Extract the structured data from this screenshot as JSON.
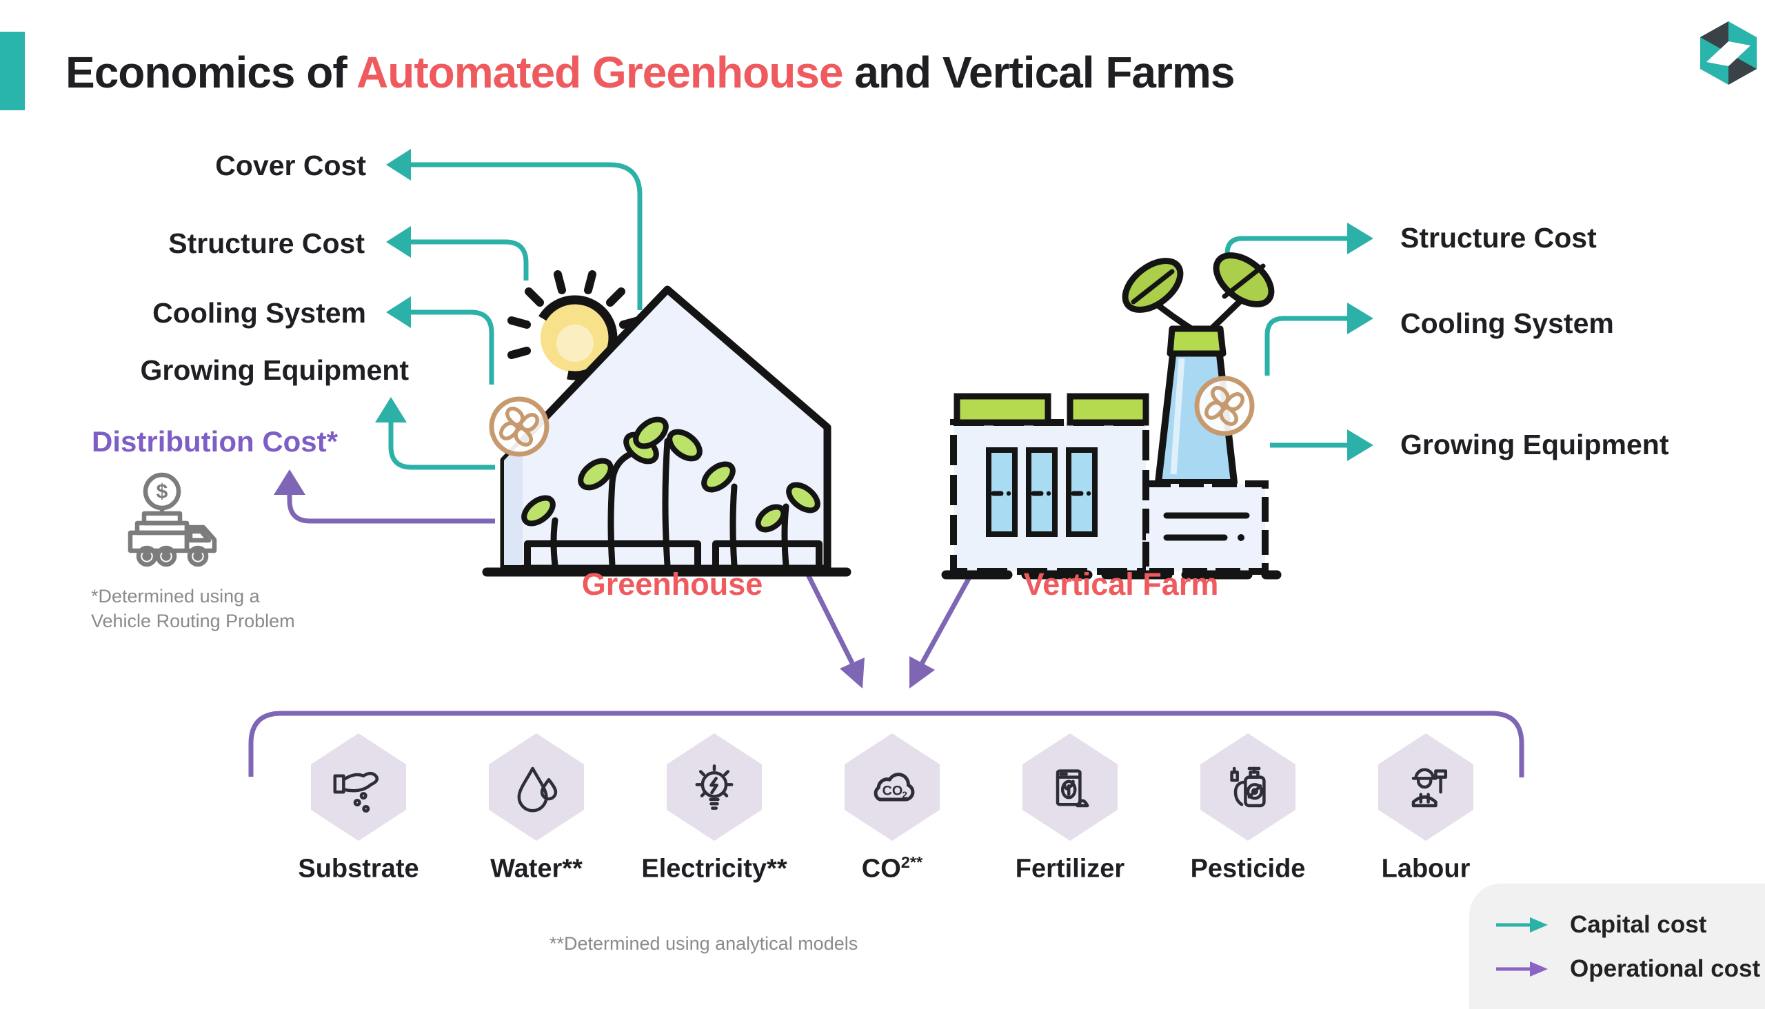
{
  "title": {
    "prefix": "Economics of ",
    "highlight": "Automated Greenhouse",
    "suffix": " and Vertical Farms"
  },
  "greenhouse": {
    "label": "Greenhouse",
    "capital_costs": [
      "Cover Cost",
      "Structure Cost",
      "Cooling System",
      "Growing Equipment"
    ],
    "operational_costs": [
      "Distribution Cost*"
    ]
  },
  "vertical_farm": {
    "label": "Vertical Farm",
    "capital_costs": [
      "Structure Cost",
      "Cooling System",
      "Growing Equipment"
    ]
  },
  "footnotes": {
    "vehicle_routing": "*Determined using a Vehicle Routing Problem",
    "analytical": "**Determined using analytical models"
  },
  "inputs": {
    "items": [
      {
        "label": "Substrate",
        "sup": "",
        "icon": "hand-seeds-icon"
      },
      {
        "label": "Water**",
        "sup": "",
        "icon": "water-drop-icon"
      },
      {
        "label": "Electricity**",
        "sup": "",
        "icon": "light-bulb-icon"
      },
      {
        "label": "CO",
        "sup": "2**",
        "icon": "co2-cloud-icon"
      },
      {
        "label": "Fertilizer",
        "sup": "",
        "icon": "fertilizer-bag-icon"
      },
      {
        "label": "Pesticide",
        "sup": "",
        "icon": "pesticide-sprayer-icon"
      },
      {
        "label": "Labour",
        "sup": "",
        "icon": "worker-icon"
      }
    ]
  },
  "legend": {
    "capital": "Capital cost",
    "operational": "Operational cost"
  },
  "colors": {
    "capital_arrow": "#2BB1A7",
    "operational_arrow": "#7E66B5",
    "accent_red": "#EE5A5D",
    "accent_teal_bar": "#29B4AC",
    "purple_text": "#7D5EC6",
    "hexagon_fill": "#E4DFEA",
    "legend_bg": "#F1F1F1",
    "text": "#1F1F23",
    "muted_text": "#8A8A8A",
    "truck_gray": "#7C7C7C",
    "leaf_green": "#BCE26B",
    "farm_green": "#B5D94F",
    "sun_yellow": "#F8E18B",
    "window_blue": "#A9DCF3",
    "building_fill": "#EDF2FC",
    "fan_tan": "#C69A6E"
  }
}
